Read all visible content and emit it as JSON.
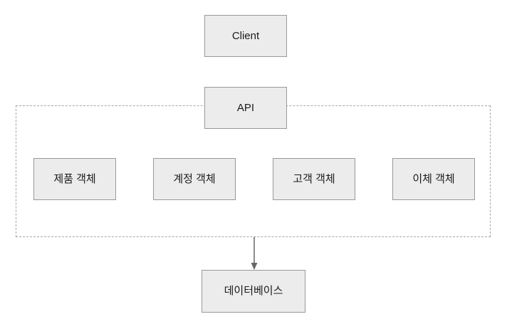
{
  "diagram": {
    "nodes": {
      "client": {
        "label": "Client"
      },
      "api": {
        "label": "API"
      },
      "product": {
        "label": "제품 객체"
      },
      "account": {
        "label": "계정 객체"
      },
      "customer": {
        "label": "고객 객체"
      },
      "transfer": {
        "label": "이체 객체"
      },
      "database": {
        "label": "데이터베이스"
      }
    },
    "connections": [
      {
        "from": "api-boundary",
        "to": "database",
        "style": "solid-arrow"
      }
    ],
    "colors": {
      "background": "#ffffff",
      "node_fill": "#ececec",
      "node_border": "#999999",
      "container_border": "#a6a6a6",
      "arrow": "#666666",
      "text": "#1a1a1a"
    }
  }
}
